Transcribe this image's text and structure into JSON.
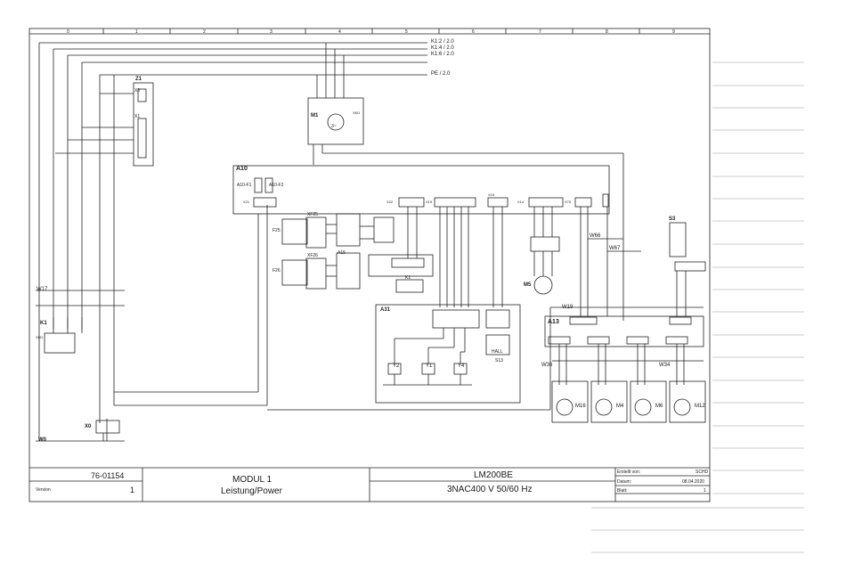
{
  "grid_columns": [
    "0",
    "1",
    "2",
    "3",
    "4",
    "5",
    "6",
    "7",
    "8",
    "9"
  ],
  "signals": [
    {
      "name": "K1:2",
      "ref": "/ 2.0"
    },
    {
      "name": "K1:4",
      "ref": "/ 2.0"
    },
    {
      "name": "K1:6",
      "ref": "/ 2.0"
    },
    {
      "name": "PE",
      "ref": "/ 2.0"
    }
  ],
  "components": {
    "z1": "Z1",
    "x3": "X3",
    "x1": "X1",
    "m1": "M1",
    "m1_type": "3~",
    "m1_xm": "XM1",
    "a10": "A10",
    "a10_f1": "A10-F1",
    "a10_f2": "A10-F2",
    "f25": "F25",
    "f26": "F26",
    "xf25": "XF25",
    "xf26": "XF26",
    "a15": "A15",
    "x22": "X22",
    "x19": "X19",
    "x15": "X15",
    "x21": "X21",
    "x75": "X75",
    "x14": "X14",
    "k1": "K1",
    "m5": "M5",
    "a31": "A31",
    "s13": "S13",
    "hall": "HALL",
    "y1": "Y1",
    "y2": "Y2",
    "y4": "Y4",
    "a13": "A13",
    "s3": "S3",
    "m16": "M16",
    "m4": "M4",
    "m6": "M6",
    "m12": "M12",
    "w17": "W17",
    "w19": "W19",
    "w34": "W34",
    "w36": "W36",
    "w66": "W66",
    "w67": "W67",
    "w0": "W0",
    "x0": "X0",
    "xm1": "XM1"
  },
  "title_block": {
    "drawing_no": "76-01154",
    "version_label": "Version",
    "version": "1",
    "module": "MODUL 1",
    "module_sub": "Leistung/Power",
    "machine": "LM200BE",
    "supply": "3NAC400 V 50/60 Hz",
    "created_label": "Erstellt von:",
    "created_by": "SCHD",
    "date_label": "Datum:",
    "date": "08.04.2020",
    "sheet_label": "Blatt:",
    "sheet": "1"
  }
}
